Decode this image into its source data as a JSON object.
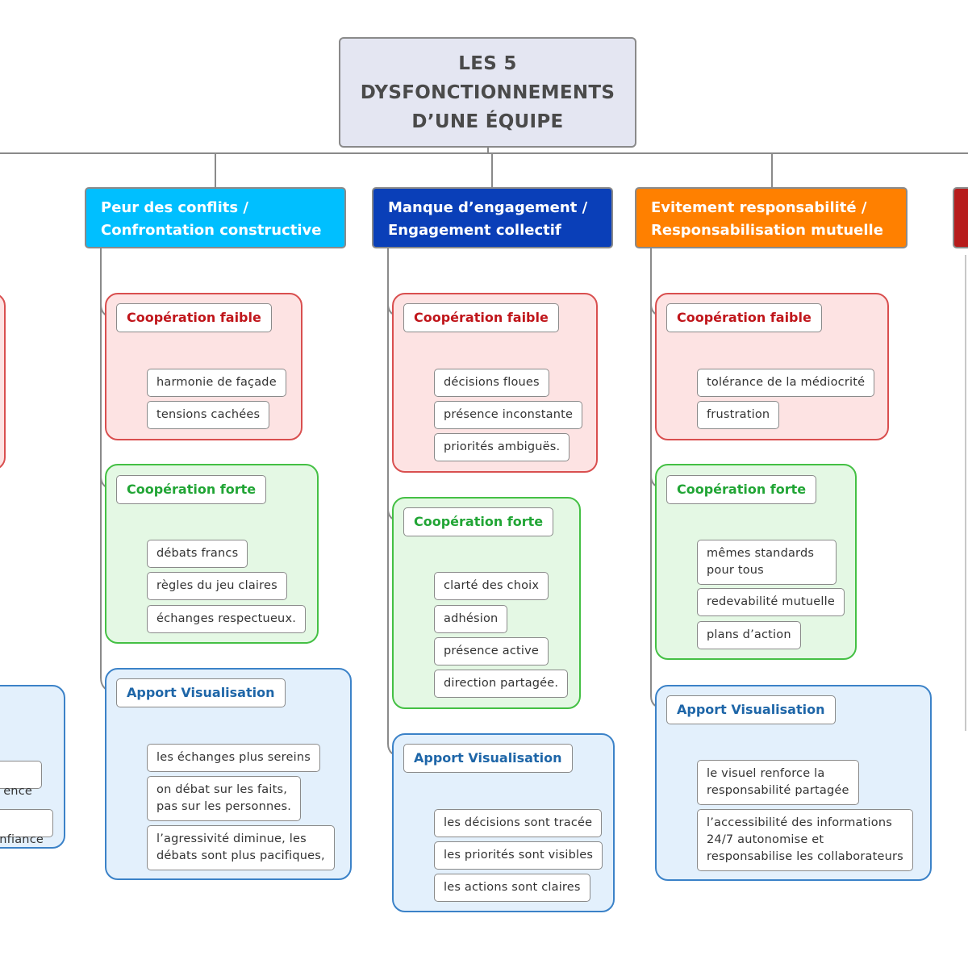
{
  "title": "LES 5\nDYSFONCTIONNEMENTS\nD’UNE ÉQUIPE",
  "colors": {
    "cyan_header": "#00bfff",
    "blue_header": "#0a3fb8",
    "orange_header": "#ff8000",
    "red_header": "#b71c1c",
    "weak_fill": "#fde3e3",
    "strong_fill": "#e4f8e4",
    "visual_fill": "#e3f0fc",
    "weak_text": "#c0161b",
    "strong_text": "#21a535",
    "visual_text": "#1e66a8"
  },
  "partial_left": {
    "items": [
      "ence",
      "nfiance"
    ]
  },
  "columns": [
    {
      "header": "Peur des conflits /\nConfrontation constructive",
      "groups": [
        {
          "label": "Coopération faible",
          "items": [
            "harmonie de façade",
            "tensions cachées"
          ]
        },
        {
          "label": "Coopération forte",
          "items": [
            "débats francs",
            "règles du jeu claires",
            "échanges respectueux."
          ]
        },
        {
          "label": "Apport Visualisation",
          "items": [
            "les échanges plus sereins",
            "on débat sur les faits,\npas sur les personnes.",
            "l’agressivité diminue, les\ndébats sont plus pacifiques,"
          ]
        }
      ]
    },
    {
      "header": "Manque d’engagement /\nEngagement collectif",
      "groups": [
        {
          "label": "Coopération faible",
          "items": [
            "décisions floues",
            "présence inconstante",
            "priorités ambiguës."
          ]
        },
        {
          "label": "Coopération forte",
          "items": [
            "clarté des choix",
            "adhésion",
            "présence active",
            "direction partagée."
          ]
        },
        {
          "label": "Apport Visualisation",
          "items": [
            "les décisions sont tracée",
            "les priorités sont visibles",
            "les actions sont claires"
          ]
        }
      ]
    },
    {
      "header": "Evitement responsabilité /\nResponsabilisation mutuelle",
      "groups": [
        {
          "label": "Coopération faible",
          "items": [
            "tolérance de la médiocrité",
            "frustration"
          ]
        },
        {
          "label": "Coopération forte",
          "items": [
            "mêmes standards\npour tous",
            "redevabilité mutuelle",
            "plans d’action"
          ]
        },
        {
          "label": "Apport Visualisation",
          "items": [
            "le visuel renforce la\nresponsabilité partagée",
            "l’accessibilité des informations\n24/7 autonomise et\nresponsabilise les collaborateurs"
          ]
        }
      ]
    }
  ]
}
